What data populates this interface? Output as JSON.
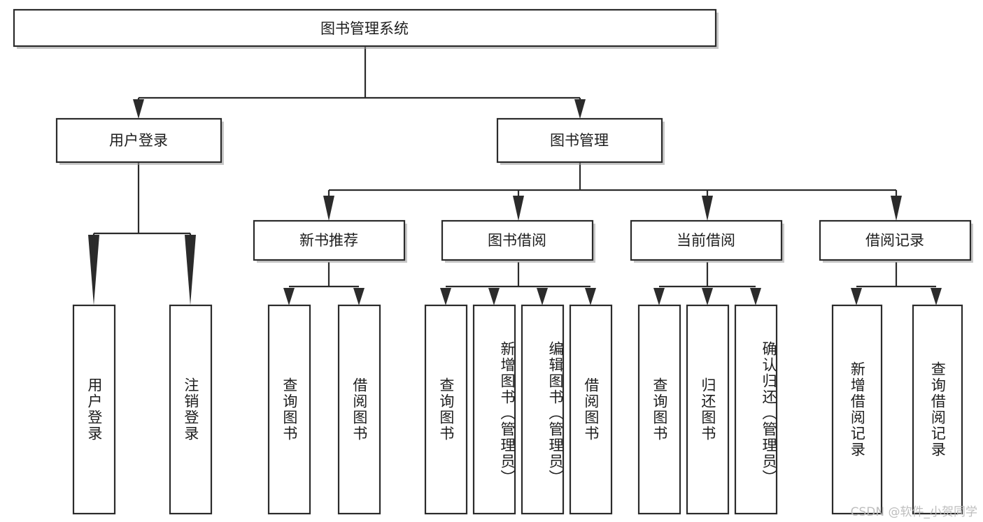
{
  "diagram": {
    "type": "tree",
    "title": "图书管理系统",
    "root": {
      "id": "root",
      "label": "图书管理系统"
    },
    "level2": [
      {
        "id": "user-login",
        "label": "用户登录"
      },
      {
        "id": "book-management",
        "label": "图书管理"
      }
    ],
    "level3": [
      {
        "id": "new-book-recommend",
        "label": "新书推荐",
        "parent": "book-management"
      },
      {
        "id": "book-borrow",
        "label": "图书借阅",
        "parent": "book-management"
      },
      {
        "id": "current-borrow",
        "label": "当前借阅",
        "parent": "book-management"
      },
      {
        "id": "borrow-record",
        "label": "借阅记录",
        "parent": "book-management"
      }
    ],
    "leaves": [
      {
        "id": "leaf-user-login",
        "label": "用户登录",
        "parent": "user-login"
      },
      {
        "id": "leaf-user-logout",
        "label": "注销登录",
        "parent": "user-login"
      },
      {
        "id": "leaf-query-book-1",
        "label": "查询图书",
        "parent": "new-book-recommend"
      },
      {
        "id": "leaf-borrow-book-1",
        "label": "借阅图书",
        "parent": "new-book-recommend"
      },
      {
        "id": "leaf-query-book-2",
        "label": "查询图书",
        "parent": "book-borrow"
      },
      {
        "id": "leaf-add-book",
        "label": "新增图书（管理员）",
        "parent": "book-borrow"
      },
      {
        "id": "leaf-edit-book",
        "label": "编辑图书（管理员）",
        "parent": "book-borrow"
      },
      {
        "id": "leaf-borrow-book-2",
        "label": "借阅图书",
        "parent": "book-borrow"
      },
      {
        "id": "leaf-query-book-3",
        "label": "查询图书",
        "parent": "current-borrow"
      },
      {
        "id": "leaf-return-book",
        "label": "归还图书",
        "parent": "current-borrow"
      },
      {
        "id": "leaf-confirm-return",
        "label": "确认归还（管理员）",
        "parent": "current-borrow"
      },
      {
        "id": "leaf-add-record",
        "label": "新增借阅记录",
        "parent": "borrow-record"
      },
      {
        "id": "leaf-query-record",
        "label": "查询借阅记录",
        "parent": "borrow-record"
      }
    ]
  },
  "watermark": {
    "text": "CSDN @软件_小贺同学"
  },
  "colors": {
    "box_stroke": "#2b2b2b",
    "box_fill": "#ffffff",
    "text": "#1d1d1d",
    "background": "#ffffff",
    "watermark": "#b9b9b9"
  }
}
